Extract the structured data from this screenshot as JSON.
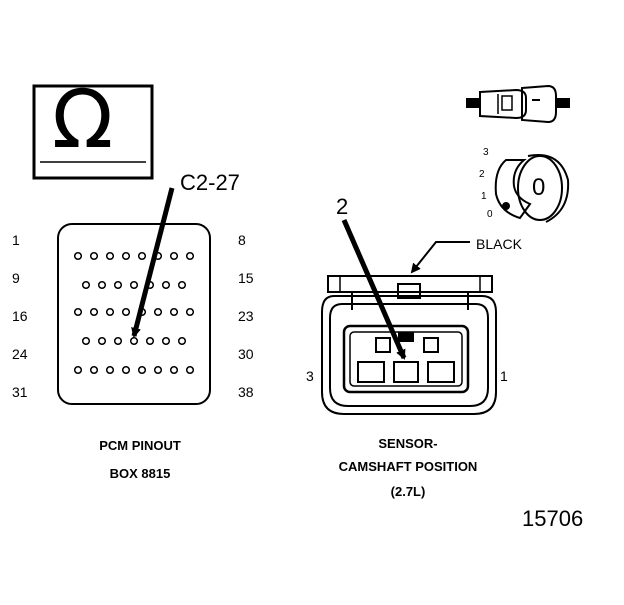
{
  "symbol": {
    "glyph": "Ω"
  },
  "pcm_connector": {
    "callout": "C2-27",
    "pin_labels_left": [
      "1",
      "9",
      "16",
      "24",
      "31"
    ],
    "pin_labels_right": [
      "8",
      "15",
      "23",
      "30",
      "38"
    ],
    "caption_line1": "PCM PINOUT",
    "caption_line2": "BOX 8815"
  },
  "sensor_connector": {
    "callout": "2",
    "wire_color": "BLACK",
    "side_label_left": "3",
    "side_label_right": "1",
    "caption_line1": "SENSOR-",
    "caption_line2": "CAMSHAFT POSITION",
    "caption_line3": "(2.7L)"
  },
  "key_detail": {
    "scale_labels": [
      "3",
      "2",
      "1",
      "0"
    ],
    "key_label": "0"
  },
  "figure_number": "15706"
}
